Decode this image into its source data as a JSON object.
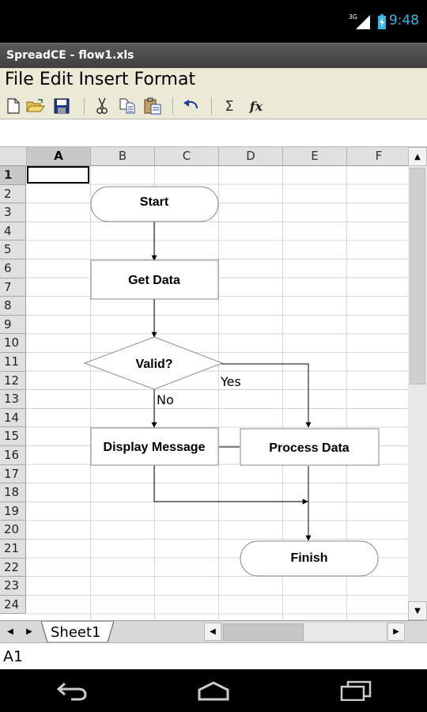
{
  "status_bar": {
    "time": "9:48",
    "network": "3G"
  },
  "window": {
    "title": "SpreadCE - flow1.xls"
  },
  "menu": [
    "File",
    "Edit",
    "Insert",
    "Format"
  ],
  "toolbar": {
    "buttons": [
      "new-document",
      "open-folder",
      "save",
      "cut",
      "copy",
      "paste",
      "undo",
      "sum",
      "function"
    ],
    "sum_glyph": "Σ",
    "function_glyph": "fx"
  },
  "formula_bar": {
    "value": ""
  },
  "sheet": {
    "columns": [
      "A",
      "B",
      "C",
      "D",
      "E",
      "F"
    ],
    "rows": [
      "1",
      "2",
      "3",
      "4",
      "5",
      "6",
      "7",
      "8",
      "9",
      "10",
      "11",
      "12",
      "13",
      "14",
      "15",
      "16",
      "17",
      "18",
      "19",
      "20",
      "21",
      "22",
      "23",
      "24"
    ],
    "active_cell": "A1"
  },
  "flowchart": {
    "start": "Start",
    "get_data": "Get Data",
    "valid": "Valid?",
    "yes": "Yes",
    "no": "No",
    "display_message": "Display Message",
    "process_data": "Process Data",
    "finish": "Finish"
  },
  "tabs": {
    "sheet1": "Sheet1"
  },
  "address": "A1",
  "colors": {
    "accent": "#33b5e5",
    "menu_bg": "#ecead6",
    "header_bg": "#e0e0e0"
  }
}
